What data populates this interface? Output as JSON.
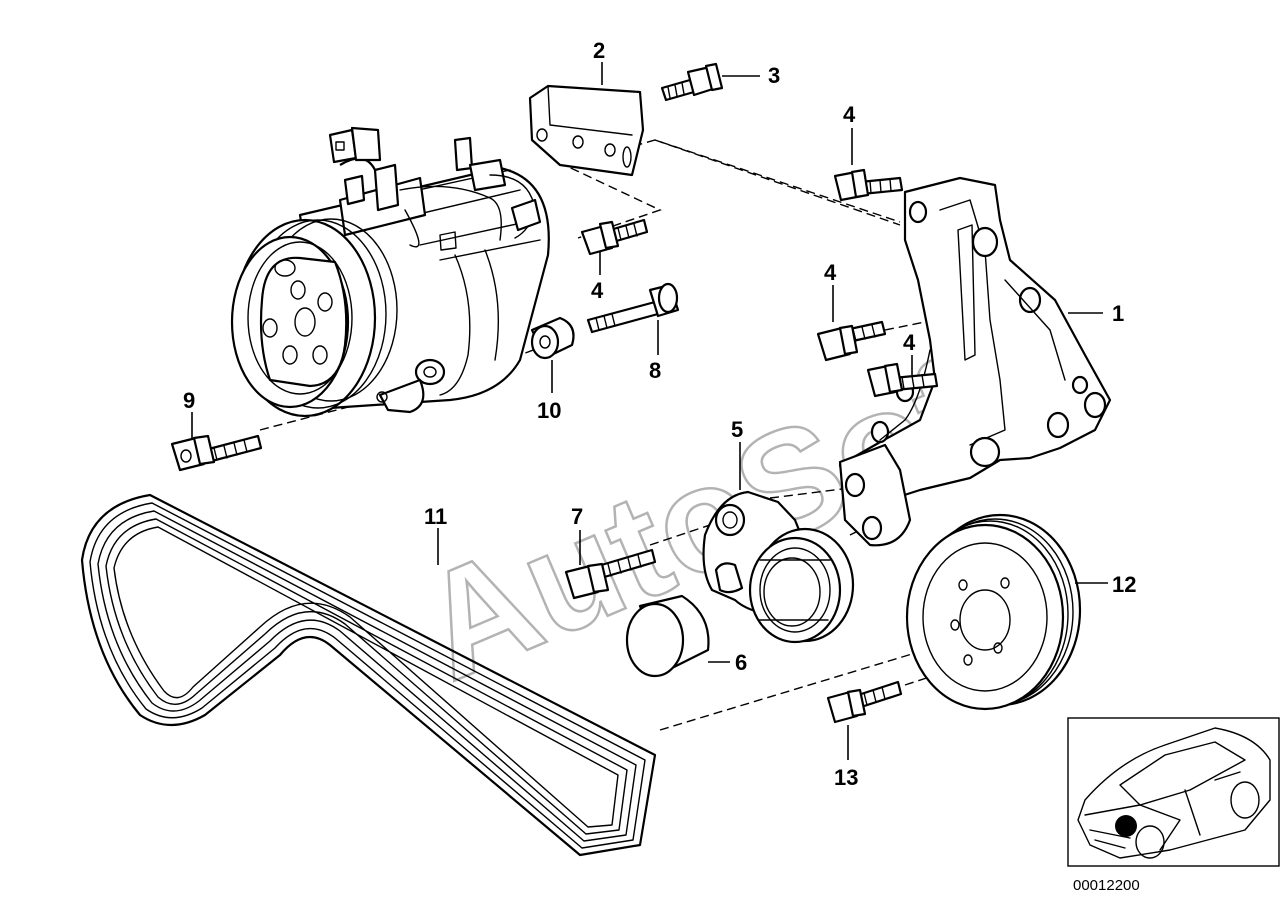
{
  "watermark": "AutoSoft",
  "reference_number": "00012200",
  "callouts": [
    "1",
    "2",
    "3",
    "4",
    "4",
    "4",
    "4",
    "5",
    "6",
    "7",
    "8",
    "9",
    "10",
    "11",
    "12",
    "13"
  ]
}
